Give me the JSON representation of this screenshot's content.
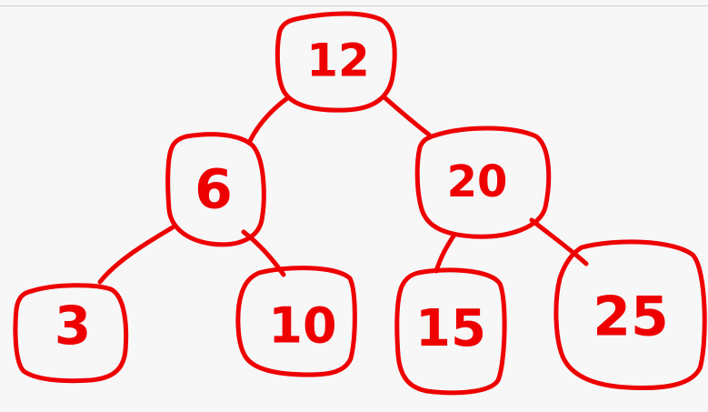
{
  "tree": {
    "nodes": [
      {
        "id": "n12",
        "label": "12"
      },
      {
        "id": "n6",
        "label": "6"
      },
      {
        "id": "n20",
        "label": "20"
      },
      {
        "id": "n3",
        "label": "3"
      },
      {
        "id": "n10",
        "label": "10"
      },
      {
        "id": "n15",
        "label": "15"
      },
      {
        "id": "n25",
        "label": "25"
      }
    ],
    "edges": [
      {
        "from": "n12",
        "to": "n6"
      },
      {
        "from": "n12",
        "to": "n20"
      },
      {
        "from": "n6",
        "to": "n3"
      },
      {
        "from": "n6",
        "to": "n10"
      },
      {
        "from": "n20",
        "to": "n15"
      },
      {
        "from": "n20",
        "to": "n25"
      }
    ]
  },
  "colors": {
    "stroke": "#ee0000",
    "background": "#f7f7f7"
  }
}
